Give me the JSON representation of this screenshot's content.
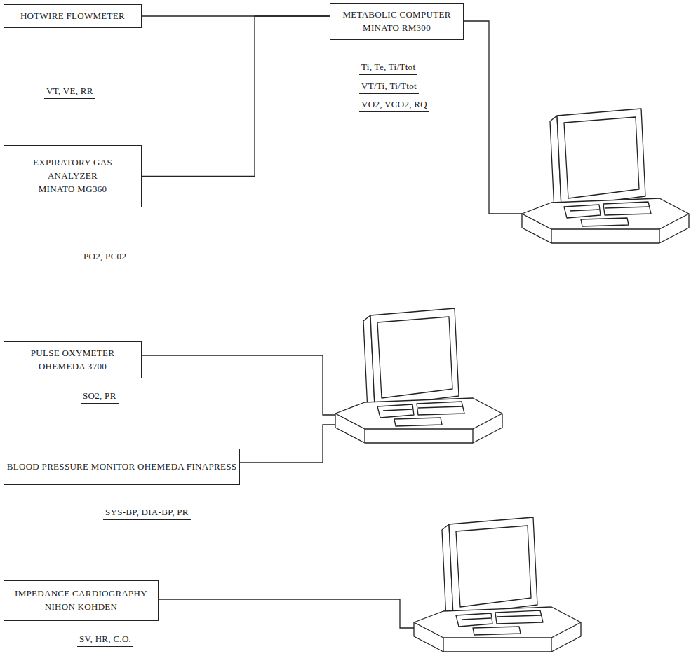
{
  "diagram": {
    "nodes": [
      {
        "text": [
          "HOTWIRE FLOWMETER"
        ]
      },
      {
        "text": [
          "METABOLIC COMPUTER MINATO RM300"
        ]
      },
      {
        "text": [
          "EXPIRATORY GAS ANALYZER MINATO MG360"
        ]
      },
      {
        "text": [
          "PULSE OXYMETER OHEMEDA 3700"
        ]
      },
      {
        "text": [
          "BLOOD PRESSURE MONITOR OHEMEDA FINAPRESS"
        ]
      },
      {
        "text": [
          "IMPEDANCE CARDIOGRAPHY NIHON KOHDEN"
        ]
      }
    ],
    "edges": [
      {
        "from": 0,
        "to": 1,
        "arrow": "none"
      },
      {
        "from": 2,
        "to": 1,
        "arrow": "none"
      }
    ],
    "labels": [
      "VT, VE, RR",
      "Ti, Te, Ti/Ttot",
      "VT/Ti, Ti/Ttot",
      "VO2, VCO2, RQ",
      "PO2, PC02",
      "SO2, PR",
      "SYS-BP, DIA-BP, PR",
      "SV, HR, C.O."
    ]
  }
}
